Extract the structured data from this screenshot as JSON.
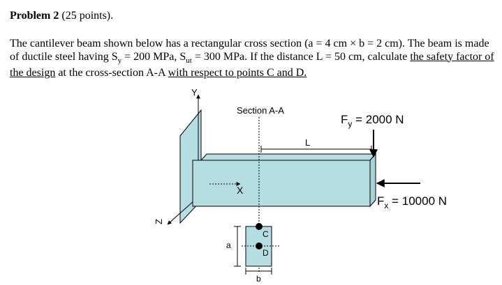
{
  "problem": {
    "label": "Problem 2",
    "points": "(25 points)."
  },
  "statement": {
    "l1_a": "The cantilever beam shown below has a rectangular cross section (a = 4 cm × b = 2 cm). The beam is made",
    "l2_a": "of ductile steel having S",
    "l2_sy": "y",
    "l2_b": " = 200 MPa, S",
    "l2_sut": "ut",
    "l2_c": " = 300 MPa. If the distance L = 50 cm, calculate ",
    "l2_u": "the safety factor of",
    "l3_u1": "the design",
    "l3_a": " at the cross-section A-A ",
    "l3_u2": "with respect to points C and D."
  },
  "figure": {
    "y_axis": "Y",
    "x_axis": "X",
    "z_axis": "Z",
    "section_label": "Section A-A",
    "length_label": "L",
    "fy_main": "F",
    "fy_sub": "y",
    "fy_value": " = 2000 N",
    "fx_main": "F",
    "fx_sub": "x",
    "fx_value": " = 10000 N",
    "dim_a": "a",
    "dim_b": "b",
    "point_c": "C",
    "point_d": "D",
    "colors": {
      "fill": "#b6dde1",
      "stroke": "#000000"
    }
  }
}
